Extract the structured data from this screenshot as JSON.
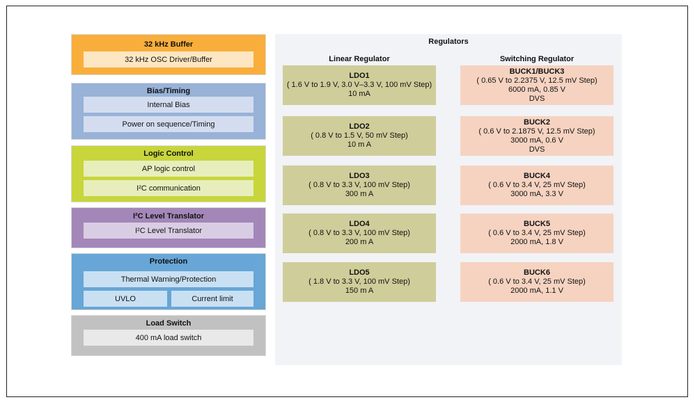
{
  "blocks": {
    "buffer": {
      "title": "32 kHz Buffer",
      "items": [
        "32 kHz OSC Driver/Buffer"
      ]
    },
    "bias": {
      "title": "Bias/Timing",
      "items": [
        "Internal Bias",
        "Power on sequence/Timing"
      ]
    },
    "logic": {
      "title": "Logic Control",
      "items": [
        "AP logic control",
        "I²C communication"
      ]
    },
    "i2c": {
      "title": "I²C Level Translator",
      "items": [
        "I²C Level Translator"
      ]
    },
    "protection": {
      "title": "Protection",
      "items": [
        "Thermal Warning/Protection",
        "UVLO",
        "Current limit"
      ]
    },
    "load": {
      "title": "Load Switch",
      "items": [
        "400 mA load switch"
      ]
    }
  },
  "regulators": {
    "title": "Regulators",
    "linear_title": "Linear Regulator",
    "switching_title": "Switching Regulator",
    "linear": [
      {
        "name": "LDO1",
        "lines": [
          "( 1.6 V to 1.9 V, 3.0 V–3.3 V, 100 mV Step)",
          "10 mA"
        ]
      },
      {
        "name": "LDO2",
        "lines": [
          "( 0.8 V to 1.5 V, 50 mV Step)",
          "10 m  A"
        ]
      },
      {
        "name": "LDO3",
        "lines": [
          "( 0.8 V to 3.3 V, 100 mV Step)",
          "300 m  A"
        ]
      },
      {
        "name": "LDO4",
        "lines": [
          "( 0.8 V to 3.3 V, 100 mV Step)",
          "200 m  A"
        ]
      },
      {
        "name": "LDO5",
        "lines": [
          "( 1.8 V to 3.3 V, 100 mV Step)",
          "150 m  A"
        ]
      }
    ],
    "switching": [
      {
        "name": "BUCK1/BUCK3",
        "lines": [
          "( 0.65 V to 2.2375 V, 12.5 mV Step)",
          "6000 mA, 0.85 V",
          "DVS"
        ]
      },
      {
        "name": "BUCK2",
        "lines": [
          "( 0.6 V to 2.1875 V, 12.5 mV Step)",
          "3000 mA, 0.6 V",
          "DVS"
        ]
      },
      {
        "name": "BUCK4",
        "lines": [
          "( 0.6 V to 3.4 V, 25 mV Step)",
          "3000 mA, 3.3 V"
        ]
      },
      {
        "name": "BUCK5",
        "lines": [
          "( 0.6 V to 3.4 V, 25 mV Step)",
          "2000 mA, 1.8 V"
        ]
      },
      {
        "name": "BUCK6",
        "lines": [
          "( 0.6 V to 3.4 V, 25 mV Step)",
          "2000 mA, 1.1 V"
        ]
      }
    ]
  }
}
